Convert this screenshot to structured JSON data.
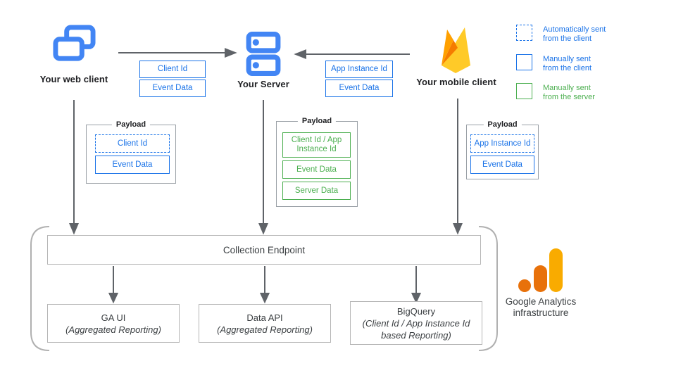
{
  "nodes": {
    "web_client": {
      "label": "Your web client"
    },
    "server": {
      "label": "Your Server"
    },
    "mobile_client": {
      "label": "Your mobile client"
    }
  },
  "icons": {
    "web_client": "overlapping-windows-icon",
    "server": "server-stack-icon",
    "mobile_client": "firebase-flame-icon",
    "analytics": "google-analytics-bars-icon"
  },
  "flow_labels": {
    "web_to_server": [
      "Client Id",
      "Event Data"
    ],
    "mobile_to_server": [
      "App Instance Id",
      "Event Data"
    ]
  },
  "legend": {
    "items": [
      {
        "style": "dashed-blue",
        "line1": "Automatically sent",
        "line2": "from the client"
      },
      {
        "style": "solid-blue",
        "line1": "Manually sent",
        "line2": "from the client"
      },
      {
        "style": "solid-green",
        "line1": "Manually sent",
        "line2": "from the server"
      }
    ]
  },
  "payloads": {
    "web": {
      "title": "Payload",
      "items": [
        "Client Id",
        "Event Data"
      ]
    },
    "server": {
      "title": "Payload",
      "items": [
        "Client Id / App Instance Id",
        "Event Data",
        "Server Data"
      ]
    },
    "mobile": {
      "title": "Payload",
      "items": [
        "App Instance Id",
        "Event Data"
      ]
    }
  },
  "infrastructure": {
    "collection_endpoint": "Collection Endpoint",
    "outputs": [
      {
        "title": "GA UI",
        "subtitle": "(Aggregated Reporting)"
      },
      {
        "title": "Data API",
        "subtitle": "(Aggregated Reporting)"
      },
      {
        "title": "BigQuery",
        "subtitle": "(Client Id / App Instance Id based Reporting)"
      }
    ],
    "brand": {
      "line1": "Google Analytics",
      "line2": "infrastructure"
    }
  },
  "colors": {
    "box_blue": "#1a73e8",
    "box_green": "#4caf50",
    "icon_blue": "#4285f4",
    "arrow_gray": "#5f6368",
    "bracket_gray": "#b0b0b0",
    "ga_orange": "#e8710a",
    "ga_amber": "#f9ab00",
    "firebase_amber": "#ffa000",
    "firebase_orange": "#f57c00",
    "firebase_yellow": "#ffca28"
  }
}
